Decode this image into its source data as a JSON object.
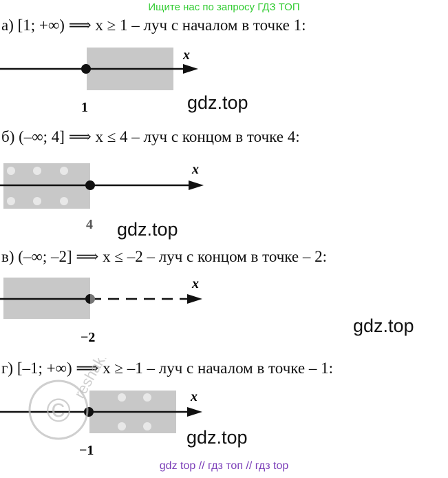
{
  "banner_top": "Ищите нас по запросу ГДЗ ТОП",
  "banner_bottom": "gdz top  //  гдз топ  //  гдз top",
  "watermark": "gdz.top",
  "stamp_text": "reshak.ru",
  "axis_letter": "x",
  "items": [
    {
      "text": "а) [1; +∞)     ⟹    x ≥ 1 – луч с началом в точке 1:",
      "point_label": "1"
    },
    {
      "text": "б) (–∞; 4]     ⟹     x ≤ 4 – луч с концом в точке 4:",
      "point_label": "4"
    },
    {
      "text": "в) (–∞; –2]     ⟹     x ≤ –2 – луч с концом в точке – 2:",
      "point_label": "−2"
    },
    {
      "text": "г) [–1; +∞)     ⟹     x ≥ –1 – луч с началом в точке – 1:",
      "point_label": "−1"
    }
  ],
  "colors": {
    "shade": "#c8c8c8",
    "line": "#111111",
    "banner_top": "#33cc33",
    "banner_bottom": "#7a3db8"
  }
}
